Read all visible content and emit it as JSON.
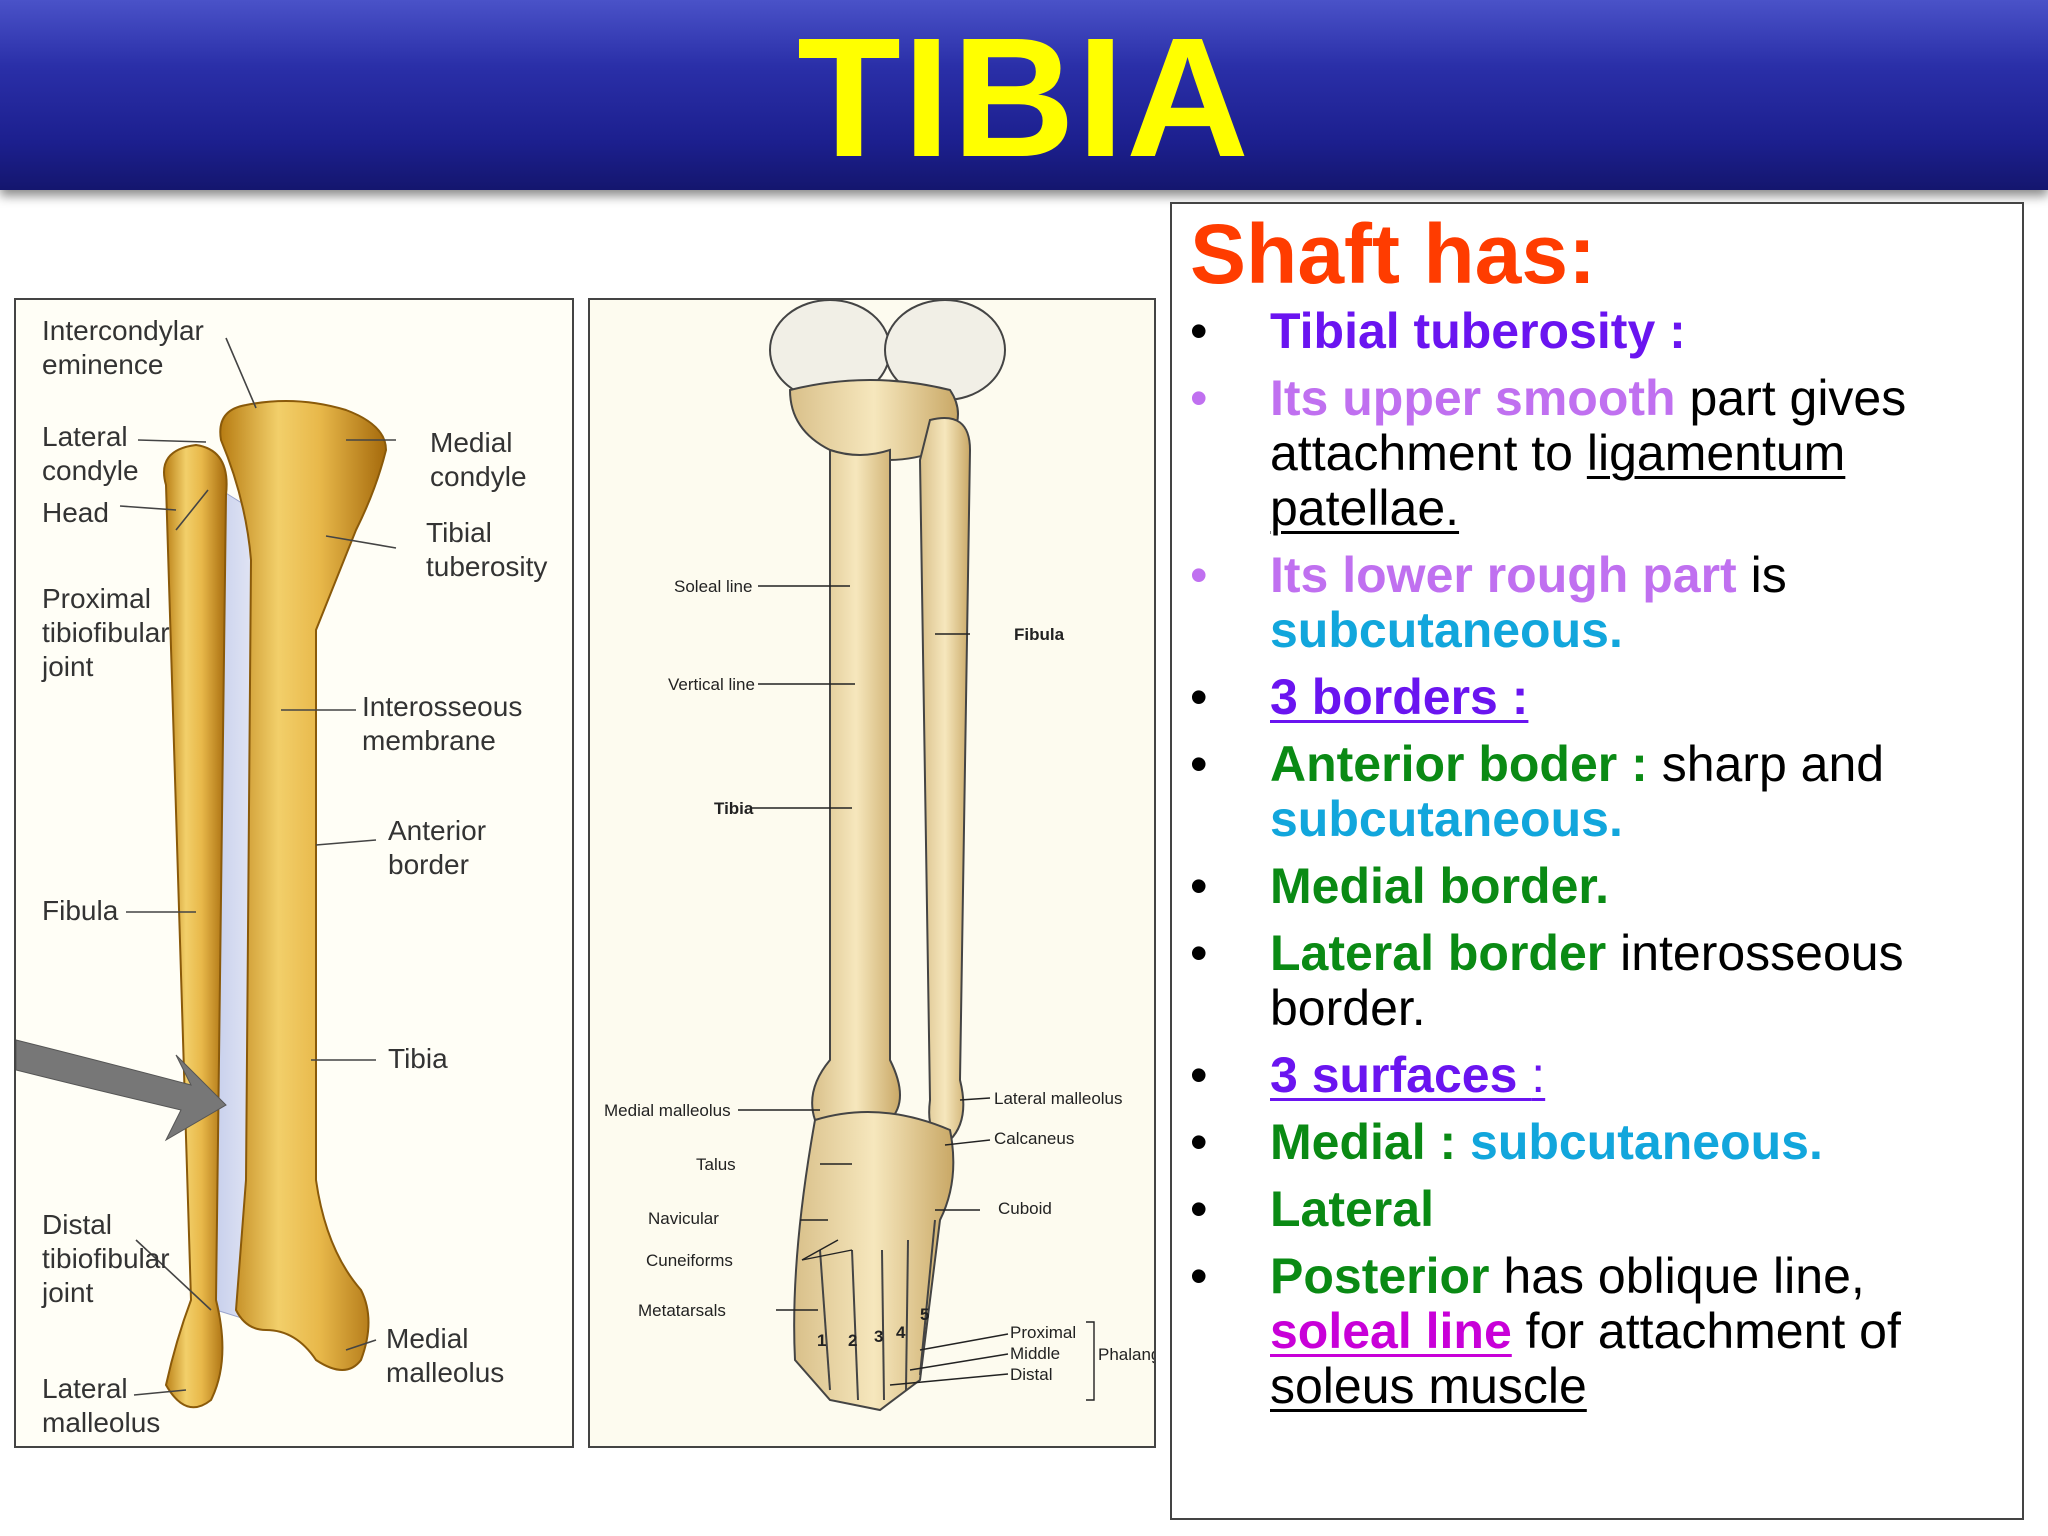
{
  "slide": {
    "title": "TIBIA"
  },
  "left_figure": {
    "labels": {
      "intercondylar": "Intercondylar\neminence",
      "lateral_condyle": "Lateral\ncondyle",
      "head": "Head",
      "proximal_joint": "Proximal\ntibiofibular\njoint",
      "medial_condyle": "Medial\ncondyle",
      "tibial_tuberosity": "Tibial\ntuberosity",
      "interosseous": "Interosseous\nmembrane",
      "anterior_border": "Anterior\nborder",
      "fibula": "Fibula",
      "tibia": "Tibia",
      "distal_joint": "Distal\ntibiofibular\njoint",
      "medial_malleolus": "Medial\nmalleolus",
      "lateral_malleolus": "Lateral\nmalleolus"
    }
  },
  "middle_figure": {
    "labels": {
      "soleal_line": "Soleal line",
      "vertical_line": "Vertical line",
      "tibia": "Tibia",
      "fibula": "Fibula",
      "medial_malleolus": "Medial malleolus",
      "lateral_malleolus": "Lateral malleolus",
      "talus": "Talus",
      "calcaneus": "Calcaneus",
      "navicular": "Navicular",
      "cuboid": "Cuboid",
      "cuneiforms": "Cuneiforms",
      "metatarsals": "Metatarsals",
      "phalanges_levels": "Proximal\nMiddle\nDistal",
      "phalanges": "Phalange",
      "digits": [
        "1",
        "2",
        "3",
        "4",
        "5"
      ]
    }
  },
  "text_panel": {
    "heading": "Shaft has:",
    "bullet_char": "•",
    "b1": "Tibial tuberosity :",
    "b2_part1": "Its upper smooth",
    "b2_part2": " part gives attachment to ",
    "b2_part3": "ligamentum patellae.",
    "b3_part1": "Its lower rough part",
    "b3_part2": " is ",
    "b3_part3": "subcutaneous.",
    "b4": "3 borders :",
    "b5_part1": "Anterior boder :",
    "b5_part2": " sharp and ",
    "b5_part3": "subcutaneous.",
    "b6": "Medial border.",
    "b7_part1": "Lateral border",
    "b7_part2": " interosseous border.",
    "b8_part1": " 3 surfaces ",
    "b8_part2": ":",
    "b9_part1": "Medial : ",
    "b9_part2": "subcutaneous.",
    "b10": "Lateral",
    "b11_part1": "Posterior",
    "b11_part2": " has oblique line, ",
    "b11_part3": "soleal line",
    "b11_part4": " for attachment of ",
    "b11_part5": "soleus muscle"
  },
  "colors": {
    "title_text": "#ffff00",
    "title_bar": "#1c1f8e",
    "heading": "#ff3c00",
    "violet": "#6a14f0",
    "lilac": "#c070f0",
    "cyan": "#12a6dc",
    "green": "#0a8a14",
    "magenta": "#c800d8",
    "bone": "#e8b84a"
  }
}
